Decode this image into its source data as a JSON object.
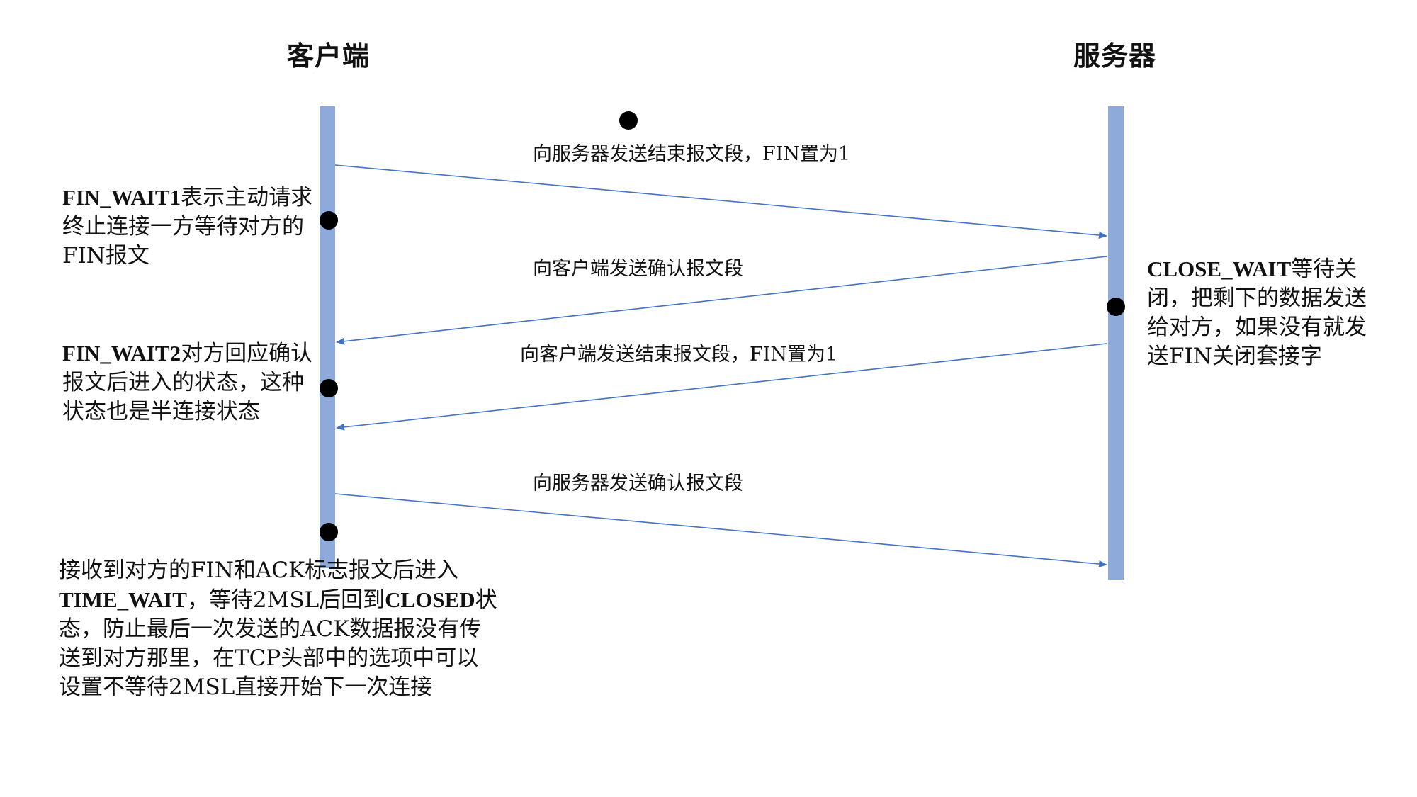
{
  "client_title": "客户端",
  "server_title": "服务器",
  "messages": [
    "向服务器发送结束报文段，FIN置为1",
    "向客户端发送确认报文段",
    "向客户端发送结束报文段，FIN置为1",
    "向服务器发送确认报文段"
  ],
  "notes": {
    "fin_wait1": {
      "state": "FIN_WAIT1",
      "text": "表示主动请求终止连接一方等待对方的FIN报文"
    },
    "fin_wait2": {
      "state": "FIN_WAIT2",
      "text": "对方回应确认报文后进入的状态，这种状态也是半连接状态"
    },
    "close_wait": {
      "state": "CLOSE_WAIT",
      "text": "等待关闭，把剩下的数据发送给对方，如果没有就发送FIN关闭套接字"
    },
    "time_wait": {
      "intro": "接收到对方的FIN和ACK标志报文后进入",
      "state1": "TIME_WAIT",
      "mid": "，等待2MSL后回到",
      "state2": "CLOSED",
      "text": "状态，防止最后一次发送的ACK数据报没有传送到对方那里，在TCP头部中的选项中可以设置不等待2MSL直接开始下一次连接"
    }
  },
  "colors": {
    "lifeline": "#8eaadb",
    "arrow": "#4472c4"
  }
}
